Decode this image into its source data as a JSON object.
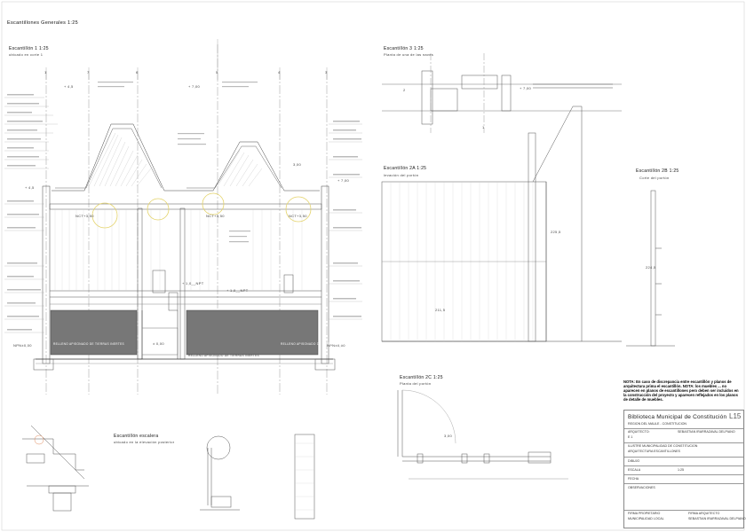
{
  "sheet_title": "Escantillones Generales 1:25",
  "views": {
    "esc1": {
      "title": "Escantillón 1 1:25",
      "sub": "ubicado en corte 1"
    },
    "esc3": {
      "title": "Escantillón 3 1:25",
      "sub": "Planta de una de las naves"
    },
    "esc2a": {
      "title": "Escantillón 2A 1:25",
      "sub": "levación del portón"
    },
    "esc2b": {
      "title": "Escantillón 2B 1:25",
      "sub": "Corte del portón"
    },
    "esc2c": {
      "title": "Escantillón 2C 1:25",
      "sub": "Planta del portón"
    },
    "escalera": {
      "title": "Escantillón escalera",
      "sub": "ubicado en la elevación posterior"
    }
  },
  "grid_axes": [
    "1",
    "7",
    "6",
    "5",
    "4",
    "3",
    "2",
    "1"
  ],
  "levels": {
    "npt_left": "NCT+3,50",
    "npt_mid": "NCT+3,50",
    "npt_right": "NCT+3,50",
    "nfl": "+ 1,0__NPT",
    "nfl2": "+ 1,0__NPT",
    "npt0_left": "NPN±0,00",
    "npt0_right": "NPN±0,00",
    "ground_mid": "± 0,00",
    "top_left": "+ 4,5",
    "top_right": "+ 4,5",
    "ridge_left": "+ 7,00",
    "ridge_right": "+ 7,00",
    "e3_level": "+ 7,00",
    "e3_h": "3,00"
  },
  "fill_labels": [
    "RELLENO APISONADO DE TIERRAS INERTES",
    "RELLENO APISONADO DE TIERRAS INERTES",
    "RELLENO APISONADO DE TIERRAS INERTES"
  ],
  "dims": {
    "d1": "3,00",
    "d2": "211,5",
    "d3": "225,5",
    "d4": "3,00",
    "d5": "224,5"
  },
  "note_text": "NOTA: En caso de discrepancia entre escantillón y planos de arquitectura prima el escantillón. NOTA: los muebles ... no aparecen en planos de escantillones pero deben ser incluidos en la construcción del proyecto y aparecen reflejados en los planos de detalle de muebles.",
  "title_block": {
    "project": "Biblioteca Municipal de Constitución",
    "sheet_no": "L15",
    "location": "REGION DEL MAULE - CONSTITUCION",
    "arch_label": "ARQUITECTO:",
    "arch_name": "SEBASTIAN IRARRAZAVAL DELPIANO",
    "arch_code": "E 1",
    "line1": "ILUSTRE MUNICIPALIDAD DE CONSTITUCION",
    "line2": "ARQUITECTURA ESCANTILLONES",
    "dibujo": "DIBUJO",
    "escala": "ESCALA",
    "fecha": "FECHA",
    "escala_val": "1:25",
    "observaciones": "OBSERVACIONES",
    "firma_prop": "FIRMA PROPIETARIO",
    "firma_arq": "FIRMA ARQUITECTO",
    "prop_name": "MUNICIPALIDAD LOCAL",
    "arq_name": "SEBASTIAN IRARRAZAVAL DELPIANO"
  }
}
